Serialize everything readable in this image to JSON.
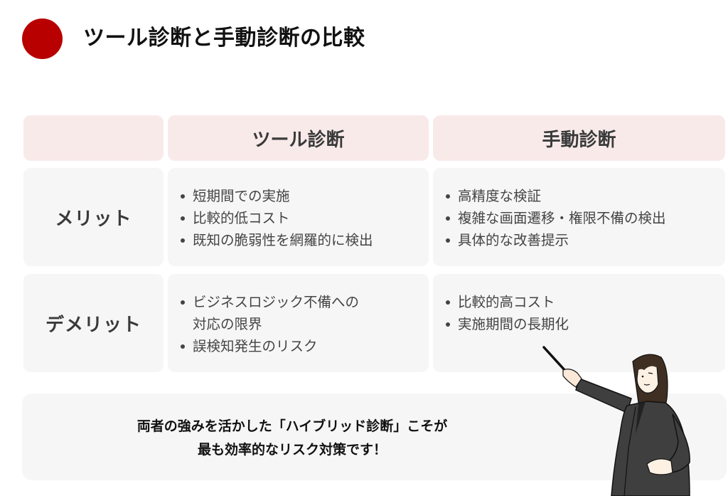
{
  "header": {
    "title": "ツール診断と手動診断の比較",
    "accent_color": "#b80000"
  },
  "table": {
    "columns": [
      "",
      "ツール診断",
      "手動診断"
    ],
    "rows": [
      {
        "label": "メリット",
        "tool": [
          "短期間での実施",
          "比較的低コスト",
          "既知の脆弱性を網羅的に検出"
        ],
        "manual": [
          "高精度な検証",
          "複雑な画面遷移・権限不備の検出",
          "具体的な改善提示"
        ]
      },
      {
        "label": "デメリット",
        "tool": [
          "ビジネスロジック不備への",
          "対応の限界",
          "誤検知発生のリスク"
        ],
        "manual": [
          "比較的高コスト",
          "実施期間の長期化"
        ]
      }
    ],
    "header_bg": "#f9eaea",
    "body_bg": "#f6f6f6"
  },
  "summary": {
    "line1": "両者の強みを活かした「ハイブリッド診断」こそが",
    "line2": "最も効率的なリスク対策です！"
  },
  "illustration": {
    "icon": "presenter-woman-pointer-icon"
  }
}
